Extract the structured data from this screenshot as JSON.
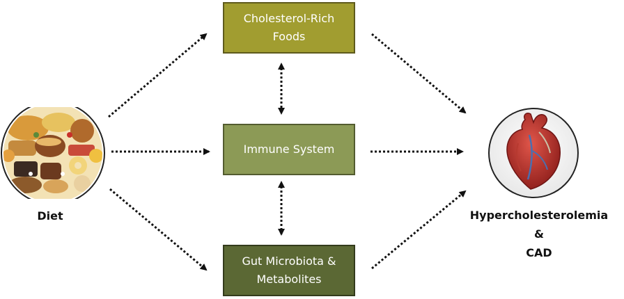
{
  "diagram": {
    "source": {
      "label": "Diet",
      "icon": "food-plate-icon"
    },
    "mediators": [
      {
        "id": "foods",
        "label": "Cholesterol-Rich\nFoods",
        "color": "#a19d30"
      },
      {
        "id": "immune",
        "label": "Immune System",
        "color": "#8c9a56"
      },
      {
        "id": "gut",
        "label": "Gut Microbiota &\nMetabolites",
        "color": "#5b6834"
      }
    ],
    "outcome": {
      "lines": [
        "Hypercholesterolemia",
        "&",
        "CAD"
      ],
      "icon": "heart-icon"
    },
    "edge_style": "dotted-arrow"
  }
}
